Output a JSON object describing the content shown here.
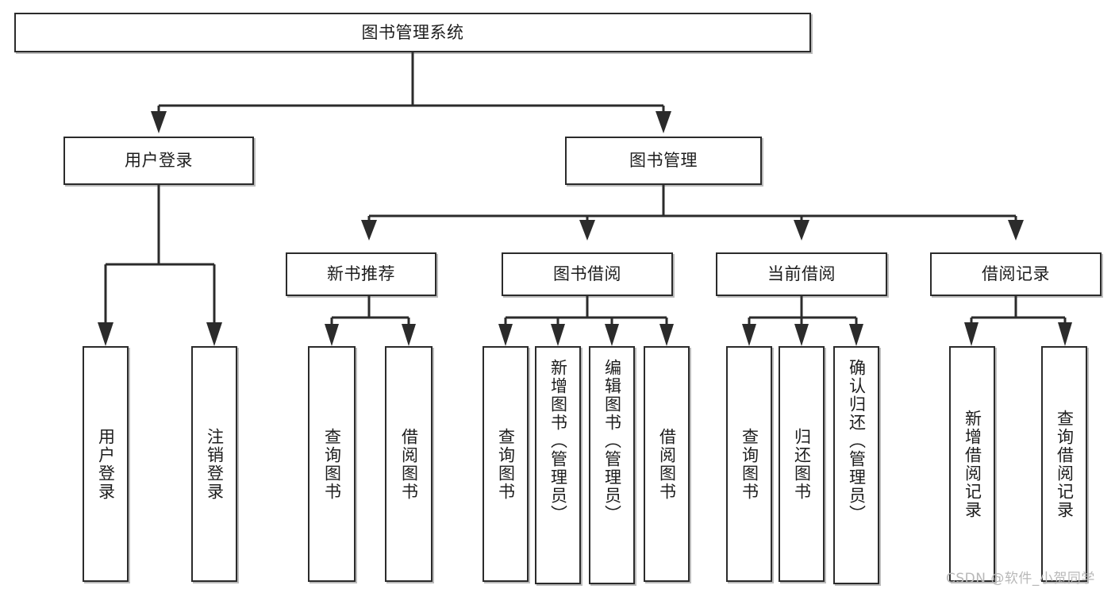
{
  "diagram": {
    "title": "图书管理系统",
    "type": "hierarchy-tree",
    "background_color": "#ffffff",
    "line_color": "#2b2b2b",
    "text_color": "#1d1d1d",
    "root": {
      "label": "图书管理系统"
    },
    "level2": [
      {
        "label": "用户登录"
      },
      {
        "label": "图书管理"
      }
    ],
    "level3": [
      {
        "label": "新书推荐"
      },
      {
        "label": "图书借阅"
      },
      {
        "label": "当前借阅"
      },
      {
        "label": "借阅记录"
      }
    ],
    "leaves": {
      "user_login": [
        {
          "label": "用户登录"
        },
        {
          "label": "注销登录"
        }
      ],
      "new_book_recommend": [
        {
          "label": "查询图书"
        },
        {
          "label": "借阅图书"
        }
      ],
      "book_borrow": [
        {
          "label": "查询图书"
        },
        {
          "label": "新增图书（管理员）"
        },
        {
          "label": "编辑图书（管理员）"
        },
        {
          "label": "借阅图书"
        }
      ],
      "current_borrow": [
        {
          "label": "查询图书"
        },
        {
          "label": "归还图书"
        },
        {
          "label": "确认归还（管理员）"
        }
      ],
      "borrow_record": [
        {
          "label": "新增借阅记录"
        },
        {
          "label": "查询借阅记录"
        }
      ]
    }
  },
  "watermark": {
    "text": "CSDN @软件_小贺同学"
  }
}
